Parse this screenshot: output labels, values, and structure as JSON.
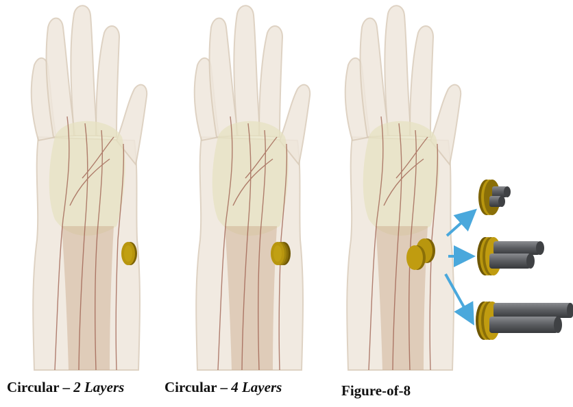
{
  "panels": [
    {
      "id": "circular-2-layers",
      "caption_main": "Circular",
      "caption_sep": " – ",
      "caption_italic": "2 Layers",
      "coil": "circular"
    },
    {
      "id": "circular-4-layers",
      "caption_main": "Circular",
      "caption_sep": " – ",
      "caption_italic": "4 Layers",
      "coil": "circular"
    },
    {
      "id": "figure-of-8",
      "caption_main": "Figure-of-8",
      "caption_sep": "",
      "caption_italic": "",
      "coil": "figure-of-8"
    }
  ],
  "colors": {
    "skin": "#efe7dc",
    "skin_edge": "#d9cbb9",
    "bone": "#e6e2c2",
    "vessel": "#9b5a4a",
    "tendon": "#c9a98a",
    "coil_gold": "#b8960e",
    "coil_dark": "#7d6306",
    "rod": "#5a5c60",
    "arrow": "#4aa8dc"
  }
}
